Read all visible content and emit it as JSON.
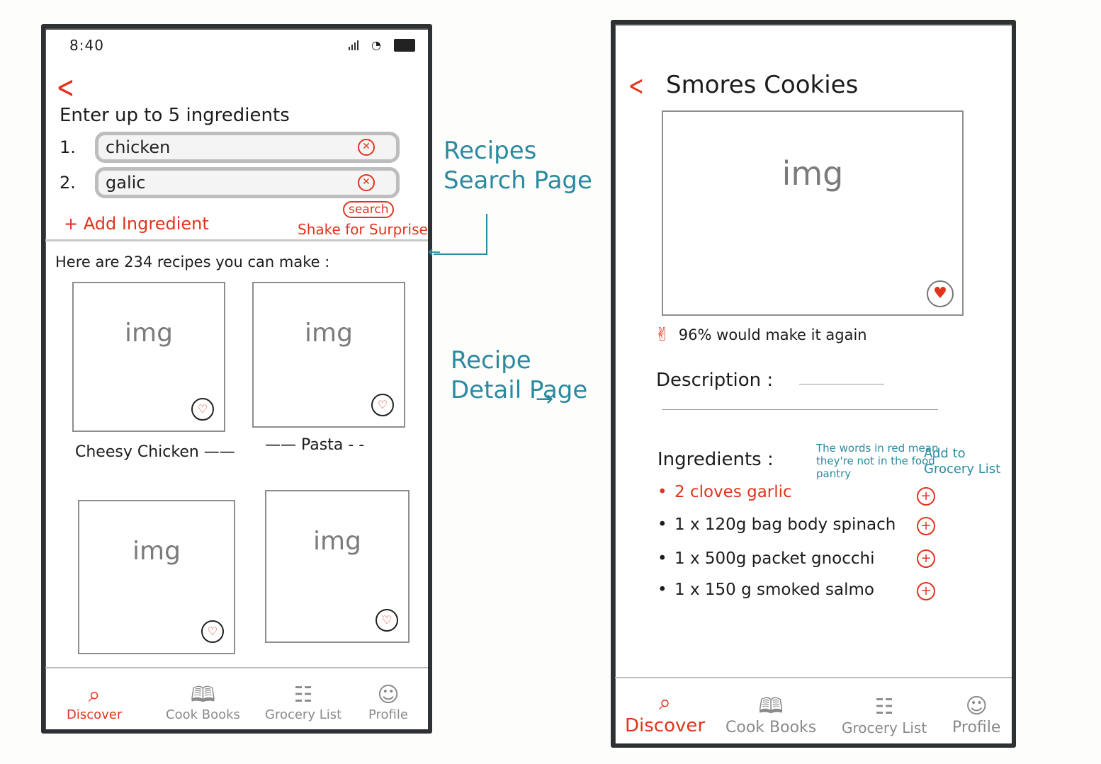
{
  "colors": {
    "accent": "#e0341c",
    "annotation": "#2c8aa0",
    "frame": "#2e3134"
  },
  "search_page": {
    "status": {
      "time": "8:40"
    },
    "instruction": "Enter up to 5 ingredients",
    "ingredients": [
      {
        "number": "1.",
        "value": "chicken"
      },
      {
        "number": "2.",
        "value": "galic"
      }
    ],
    "add_ingredient": "+ Add Ingredient",
    "search_button": "search",
    "shake_link": "Shake for Surprise",
    "results_text": "Here are 234 recipes you can make :",
    "cards": [
      {
        "img_label": "img",
        "title": "Cheesy Chicken ——"
      },
      {
        "img_label": "img",
        "title": "—— Pasta - -"
      },
      {
        "img_label": "img",
        "title": ""
      },
      {
        "img_label": "img",
        "title": ""
      }
    ],
    "tabs": [
      {
        "label": "Discover",
        "icon": "search-icon",
        "active": true
      },
      {
        "label": "Cook Books",
        "icon": "book-icon",
        "active": false
      },
      {
        "label": "Grocery List",
        "icon": "cart-icon",
        "active": false
      },
      {
        "label": "Profile",
        "icon": "user-icon",
        "active": false
      }
    ]
  },
  "detail_page": {
    "title": "Smores Cookies",
    "img_label": "img",
    "rating_text": "96% would make it again",
    "description_label": "Description :",
    "ingredients_label": "Ingredients :",
    "ingredients": [
      {
        "text": "2 cloves garlic",
        "missing": true
      },
      {
        "text": "1 x 120g bag body spinach",
        "missing": false
      },
      {
        "text": "1 x 500g packet gnocchi",
        "missing": false
      },
      {
        "text": "1 x 150 g smoked salmo",
        "missing": false
      }
    ],
    "note_red_words": "The words in red mean they're not in the food pantry",
    "note_add_grocery": "Add to Grocery List",
    "tabs": [
      {
        "label": "Discover",
        "icon": "search-icon",
        "active": true
      },
      {
        "label": "Cook Books",
        "icon": "book-icon",
        "active": false
      },
      {
        "label": "Grocery List",
        "icon": "cart-icon",
        "active": false
      },
      {
        "label": "Profile",
        "icon": "user-icon",
        "active": false
      }
    ]
  },
  "annotations": {
    "search_page_label": "Recipes Search Page",
    "detail_page_label": "Recipe Detail Page"
  }
}
